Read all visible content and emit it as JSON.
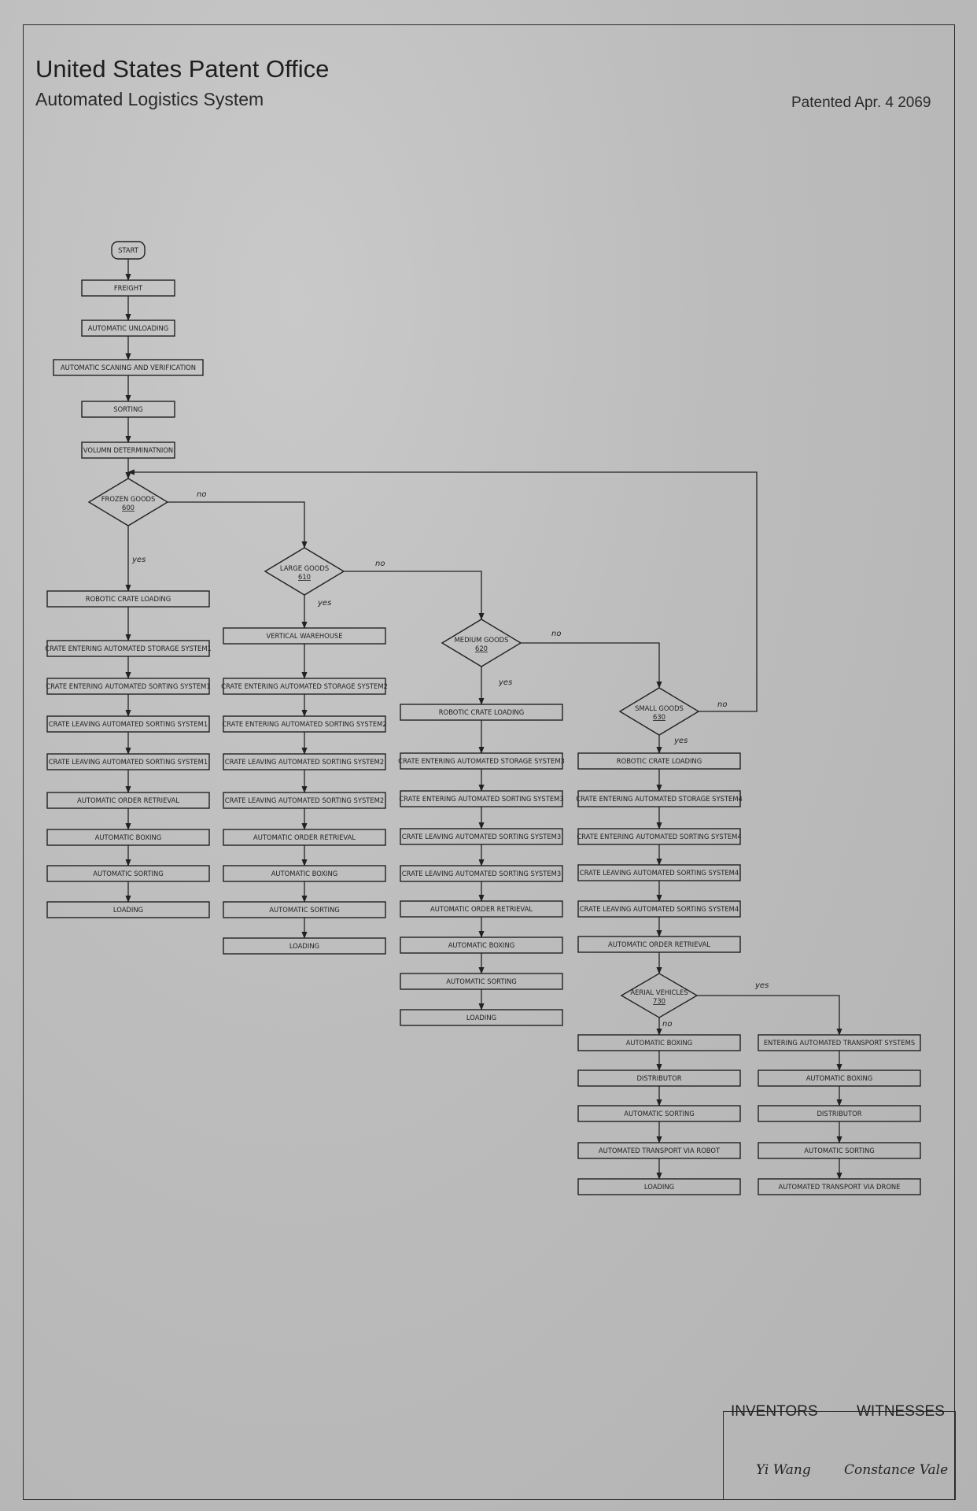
{
  "header": {
    "title": "United States Patent Office",
    "subtitle": "Automated Logistics System",
    "patented": "Patented Apr. 4 2069"
  },
  "signatures": {
    "inventors_label": "INVENTORS",
    "witnesses_label": "WITNESSES",
    "inventor_name": "Yi Wang",
    "witness_name": "Constance Vale"
  },
  "flowchart": {
    "start": "START",
    "intake": [
      "FREIGHT",
      "AUTOMATIC UNLOADING",
      "AUTOMATIC SCANING AND VERIFICATION",
      "SORTING",
      "VOLUMN DETERMINATNION"
    ],
    "decisions": [
      {
        "label": "FROZEN GOODS",
        "number": "600"
      },
      {
        "label": "LARGE GOODS",
        "number": "610"
      },
      {
        "label": "MEDIUM GOODS",
        "number": "620"
      },
      {
        "label": "SMALL GOODS",
        "number": "630"
      },
      {
        "label": "AERIAL VEHICLES",
        "number": "730"
      }
    ],
    "edge_yes": "yes",
    "edge_no": "no",
    "branches": {
      "frozen": [
        "ROBOTIC CRATE LOADING",
        "CRATE ENTERING AUTOMATED STORAGE SYSTEM1",
        "CRATE ENTERING AUTOMATED SORTING SYSTEM1",
        "CRATE LEAVING AUTOMATED SORTING SYSTEM1",
        "CRATE LEAVING AUTOMATED SORTING SYSTEM1",
        "AUTOMATIC ORDER RETRIEVAL",
        "AUTOMATIC BOXING",
        "AUTOMATIC SORTING",
        "LOADING"
      ],
      "large": [
        "VERTICAL WAREHOUSE",
        "CRATE ENTERING AUTOMATED STORAGE SYSTEM2",
        "CRATE ENTERING AUTOMATED SORTING SYSTEM2",
        "CRATE LEAVING AUTOMATED SORTING SYSTEM2",
        "CRATE LEAVING AUTOMATED SORTING SYSTEM2",
        "AUTOMATIC ORDER RETRIEVAL",
        "AUTOMATIC BOXING",
        "AUTOMATIC SORTING",
        "LOADING"
      ],
      "medium": [
        "ROBOTIC CRATE LOADING",
        "CRATE ENTERING AUTOMATED STORAGE SYSTEM3",
        "CRATE ENTERING AUTOMATED SORTING SYSTEM3",
        "CRATE LEAVING AUTOMATED SORTING SYSTEM3",
        "CRATE LEAVING AUTOMATED SORTING SYSTEM3",
        "AUTOMATIC ORDER RETRIEVAL",
        "AUTOMATIC BOXING",
        "AUTOMATIC SORTING",
        "LOADING"
      ],
      "small": [
        "ROBOTIC CRATE LOADING",
        "CRATE ENTERING AUTOMATED STORAGE SYSTEM4",
        "CRATE ENTERING AUTOMATED SORTING SYSTEM4",
        "CRATE LEAVING AUTOMATED SORTING SYSTEM4",
        "CRATE LEAVING AUTOMATED SORTING SYSTEM4",
        "AUTOMATIC ORDER RETRIEVAL"
      ],
      "ground": [
        "AUTOMATIC BOXING",
        "DISTRIBUTOR",
        "AUTOMATIC SORTING",
        "AUTOMATED TRANSPORT VIA ROBOT",
        "LOADING"
      ],
      "aerial": [
        "ENTERING AUTOMATED TRANSPORT SYSTEMS",
        "AUTOMATIC BOXING",
        "DISTRIBUTOR",
        "AUTOMATIC SORTING",
        "AUTOMATED TRANSPORT VIA DRONE"
      ]
    }
  }
}
